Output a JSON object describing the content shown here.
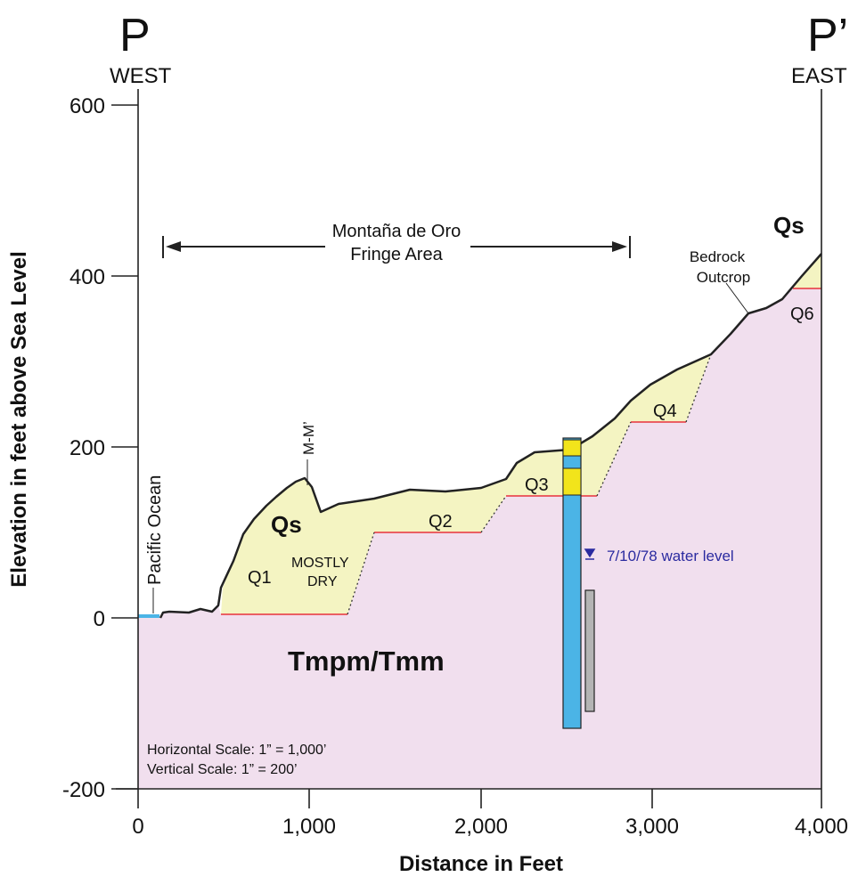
{
  "section": {
    "west_letter": "P",
    "east_letter": "P’",
    "west_label": "WEST",
    "east_label": "EAST"
  },
  "axes": {
    "y_title": "Elevation in feet above Sea Level",
    "x_title": "Distance in Feet",
    "y_ticks": [
      "600",
      "400",
      "200",
      "0",
      "-200"
    ],
    "x_ticks": [
      "0",
      "1,000",
      "2,000",
      "3,000",
      "4,000"
    ]
  },
  "annotations": {
    "fringe_line1": "Montaña de Oro",
    "fringe_line2": "Fringe Area",
    "pacific": "Pacific Ocean",
    "mm": "M-M’",
    "bedrock_line1": "Bedrock",
    "bedrock_line2": "Outcrop",
    "mostly": "MOSTLY",
    "dry": "DRY",
    "water_level": "7/10/78 water level"
  },
  "units": {
    "qs_left": "Qs",
    "qs_right": "Qs",
    "bedrock": "Tmpm/Tmm",
    "q1": "Q1",
    "q2": "Q2",
    "q3": "Q3",
    "q4": "Q4",
    "q6": "Q6"
  },
  "scale": {
    "horizontal": "Horizontal Scale:  1” = 1,000’",
    "vertical": "Vertical Scale:  1” = 200’"
  },
  "colors": {
    "bedrock": "#f1dfee",
    "alluvium": "#f4f4c2",
    "well_blue": "#4bb4e6",
    "well_yellow": "#f2e41b",
    "water": "#2b2ba0",
    "contact_red": "#e8323c",
    "screen_gray": "#b4b4b4"
  }
}
